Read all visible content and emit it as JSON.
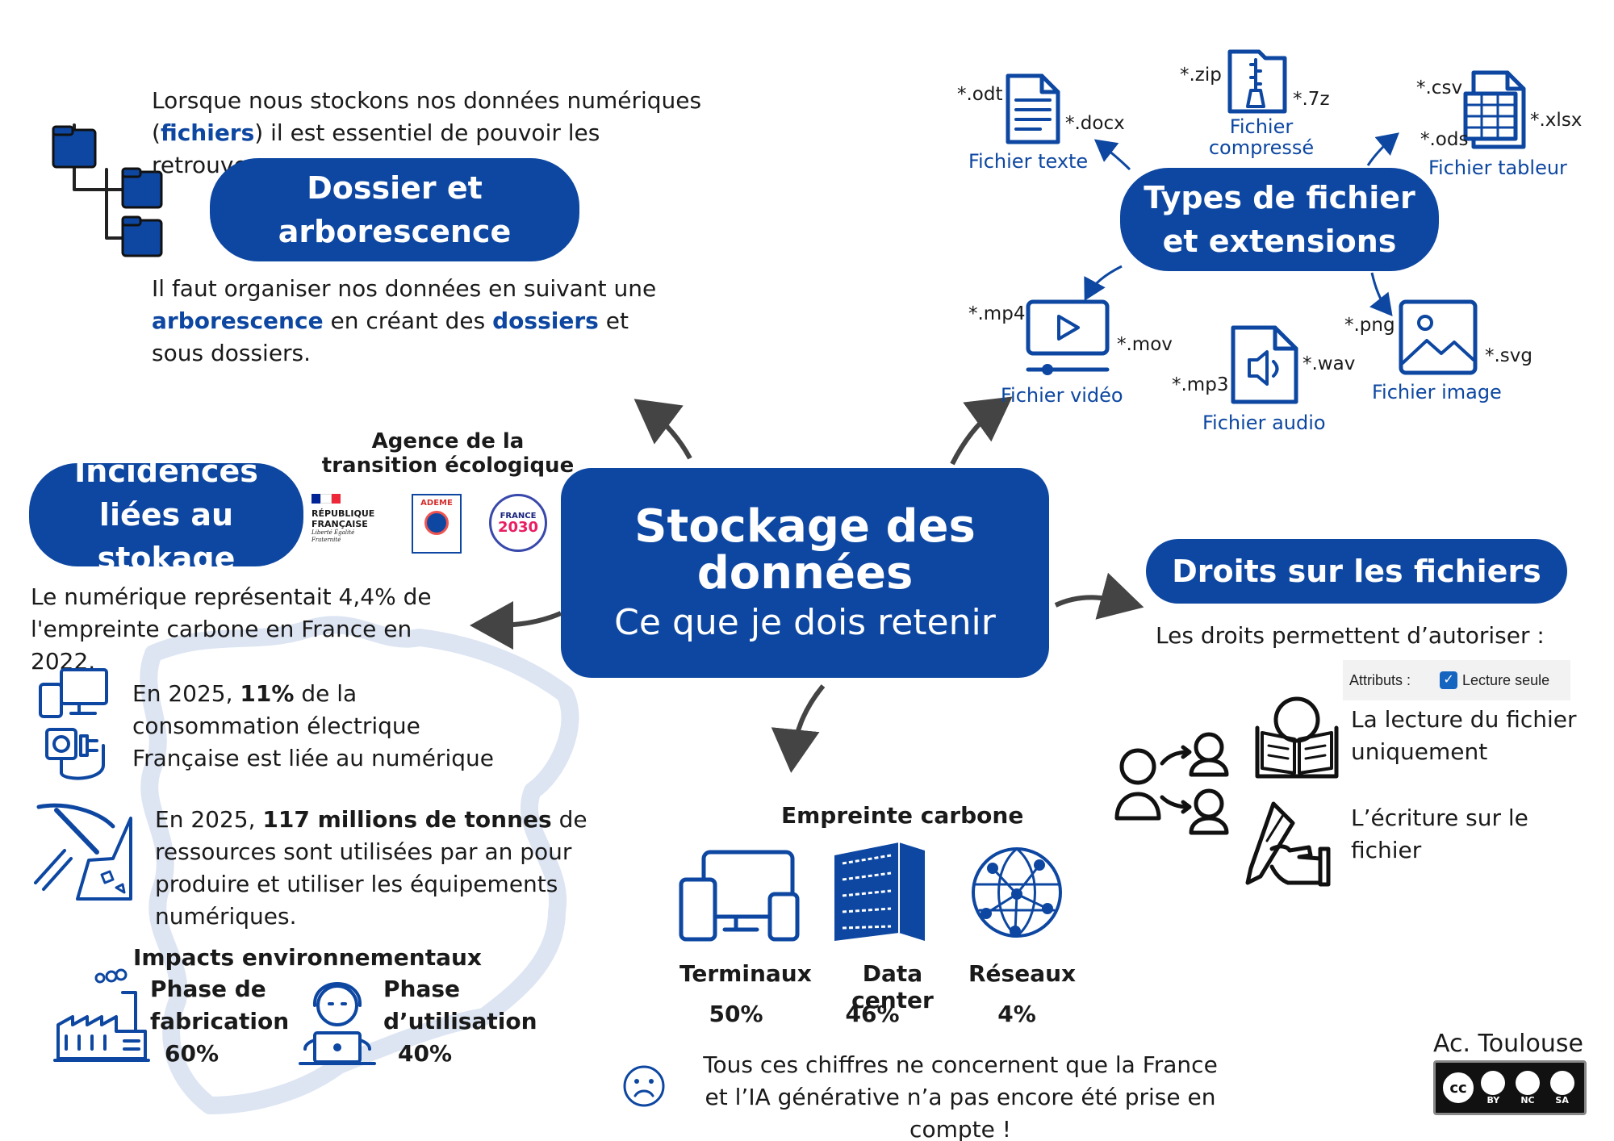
{
  "center": {
    "title": "Stockage des données",
    "subtitle": "Ce que je dois retenir"
  },
  "dossier": {
    "title": "Dossier et arborescence",
    "intro_a": "Lorsque nous stockons nos données numériques (",
    "intro_b": "fichiers",
    "intro_c": ") il est essentiel de pouvoir les retrouver.",
    "p1": "Il faut organiser nos données en suivant une ",
    "p2": "arborescence",
    "p3": " en créant des ",
    "p4": "dossiers",
    "p5": " et sous dossiers."
  },
  "types": {
    "title": "Types de fichier et extensions",
    "texte": {
      "label": "Fichier texte",
      "ext1": "*.odt",
      "ext2": "*.docx"
    },
    "compresse": {
      "label": "Fichier compressé",
      "ext1": "*.zip",
      "ext2": "*.7z"
    },
    "tableur": {
      "label": "Fichier tableur",
      "ext1": "*.csv",
      "ext2": "*.ods",
      "ext3": "*.xlsx"
    },
    "video": {
      "label": "Fichier vidéo",
      "ext1": "*.mp4",
      "ext2": "*.mov"
    },
    "audio": {
      "label": "Fichier audio",
      "ext1": "*.mp3",
      "ext2": "*.wav"
    },
    "image": {
      "label": "Fichier image",
      "ext1": "*.png",
      "ext2": "*.svg"
    }
  },
  "incidences": {
    "title": "Incidences liées au stokage",
    "agence": "Agence de la transition écologique",
    "logos": {
      "rf_line1": "RÉPUBLIQUE",
      "rf_line2": "FRANÇAISE",
      "rf_motto": "Liberté Égalité Fraternité",
      "ademe": "ADEME",
      "france": "FRANCE",
      "year": "2030"
    },
    "empreinte_text": "Le numérique représentait 4,4% de l'empreinte carbone en France en 2022.",
    "conso_a": "En 2025, ",
    "conso_b": "11%",
    "conso_c": " de la consommation électrique Française est liée au numérique",
    "ressources_a": "En 2025, ",
    "ressources_b": "117 millions de tonnes",
    "ressources_c": " de ressources sont utilisées par an pour produire et utiliser les équipements numériques.",
    "impacts_title": "Impacts environnementaux",
    "fabrication_l1": "Phase de",
    "fabrication_l2": "fabrication",
    "fabrication_pct": "60%",
    "utilisation_l1": "Phase",
    "utilisation_l2": "d’utilisation",
    "utilisation_pct": "40%"
  },
  "empreinte": {
    "title": "Empreinte carbone",
    "items": [
      {
        "label": "Terminaux",
        "value": "50%"
      },
      {
        "label": "Data center",
        "value": "46%"
      },
      {
        "label": "Réseaux",
        "value": "4%"
      }
    ],
    "note_l1": "Tous ces chiffres ne concernent que la France",
    "note_l2": "et l’IA générative n’a pas encore été prise en compte !"
  },
  "droits": {
    "title": "Droits sur les fichiers",
    "intro": "Les droits permettent d’autoriser :",
    "attributs": "Attributs :",
    "lecture_seule": "Lecture seule",
    "lecture": "La lecture du fichier uniquement",
    "ecriture": "L’écriture sur le fichier"
  },
  "footer": {
    "author": "Ac. Toulouse",
    "cc_labels": [
      "BY",
      "NC",
      "SA"
    ],
    "cc_mark": "cc"
  },
  "colors": {
    "primary": "#0d47a1",
    "text": "#1a1a1a"
  }
}
